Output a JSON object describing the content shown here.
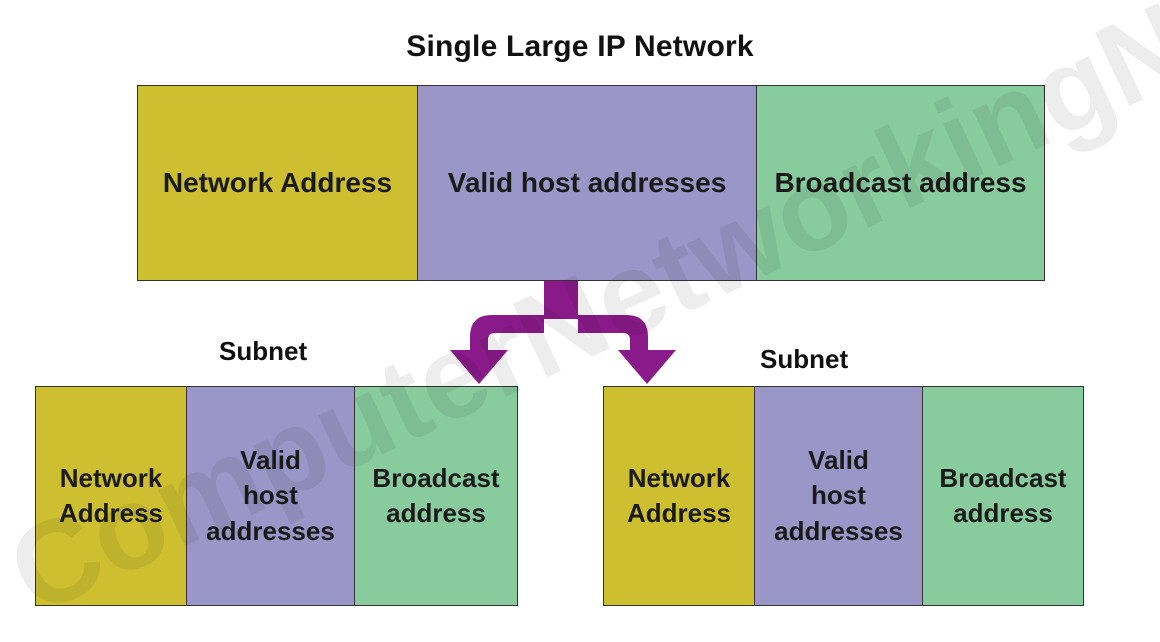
{
  "title": "Single Large IP Network",
  "watermark": "ComputerNetworkingNotes.com",
  "colors": {
    "network": "#cdbf30",
    "hosts": "#9a96c8",
    "broadcast": "#88cc9e",
    "arrow": "#8a1a8a"
  },
  "main_network": {
    "network_address": "Network Address",
    "host_addresses": "Valid host addresses",
    "broadcast_address": "Broadcast address"
  },
  "subnets": [
    {
      "label": "Subnet",
      "network_address": [
        "Network",
        "Address"
      ],
      "host_addresses": [
        "Valid",
        "host",
        "addresses"
      ],
      "broadcast_address": [
        "Broadcast",
        "address"
      ]
    },
    {
      "label": "Subnet",
      "network_address": [
        "Network",
        "Address"
      ],
      "host_addresses": [
        "Valid",
        "host",
        "addresses"
      ],
      "broadcast_address": [
        "Broadcast",
        "address"
      ]
    }
  ]
}
